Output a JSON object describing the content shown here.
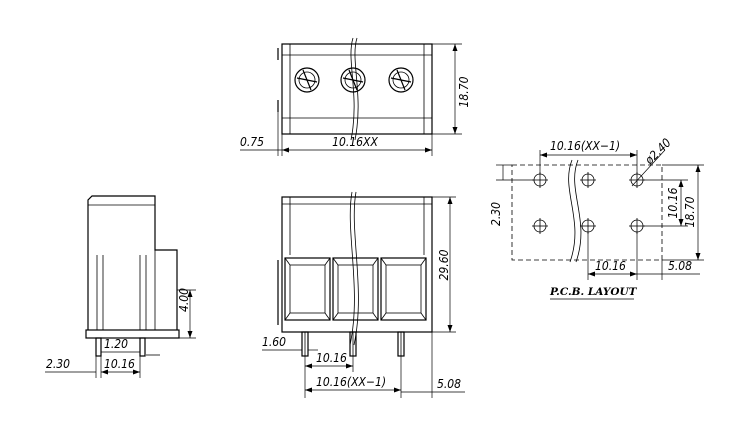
{
  "top_view": {
    "dim_width": "10.16XX",
    "dim_offset": "0.75",
    "dim_height": "18.70"
  },
  "side_view": {
    "dim_offset": "2.30",
    "dim_pitch": "10.16",
    "dim_pin": "1.20",
    "dim_height": "4.00"
  },
  "front_view": {
    "dim_height": "29.60",
    "dim_pin_dia": "1.60",
    "dim_pitch": "10.16",
    "dim_span": "10.16(XX−1)",
    "dim_end": "5.08"
  },
  "pcb_layout": {
    "title": "P.C.B. LAYOUT",
    "dim_span": "10.16(XX−1)",
    "dim_hole": "ø2.40",
    "dim_offset": "2.30",
    "dim_row_pitch": "10.16",
    "dim_height": "18.70",
    "dim_col_pitch": "10.16",
    "dim_end": "5.08"
  }
}
